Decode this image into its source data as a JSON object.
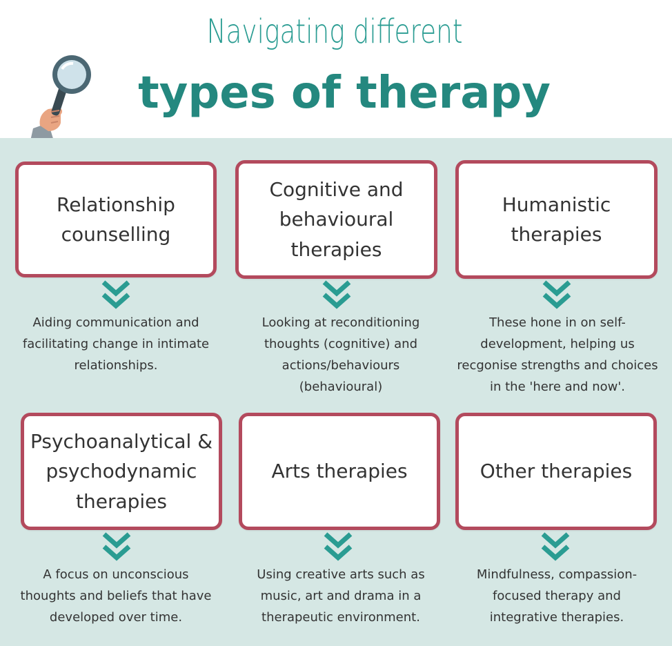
{
  "header": {
    "subtitle": "Navigating different",
    "title": "types of therapy"
  },
  "icons": {
    "magnifier": "magnifying-glass-hand-icon",
    "arrow": "double-chevron-down-icon"
  },
  "colors": {
    "teal": "#2a9c92",
    "card_border": "#b34a5d",
    "panel_bg": "#d5e7e4"
  },
  "cards": [
    {
      "name": "Relationship counselling",
      "description": "Aiding communication and facilitating change in intimate relationships."
    },
    {
      "name": "Cognitive and behavioural therapies",
      "description": "Looking at reconditioning thoughts (cognitive) and actions/behaviours (behavioural)"
    },
    {
      "name": "Humanistic therapies",
      "description": "These hone in on self-development, helping us recgonise strengths and choices in the 'here and now'."
    },
    {
      "name": "Psychoanalytical & psychodynamic therapies",
      "description": "A focus on unconscious thoughts and beliefs that have developed over time."
    },
    {
      "name": "Arts therapies",
      "description": "Using creative arts such as music, art and drama in a therapeutic environment."
    },
    {
      "name": "Other therapies",
      "description": "Mindfulness, compassion-focused therapy and integrative therapies."
    }
  ]
}
